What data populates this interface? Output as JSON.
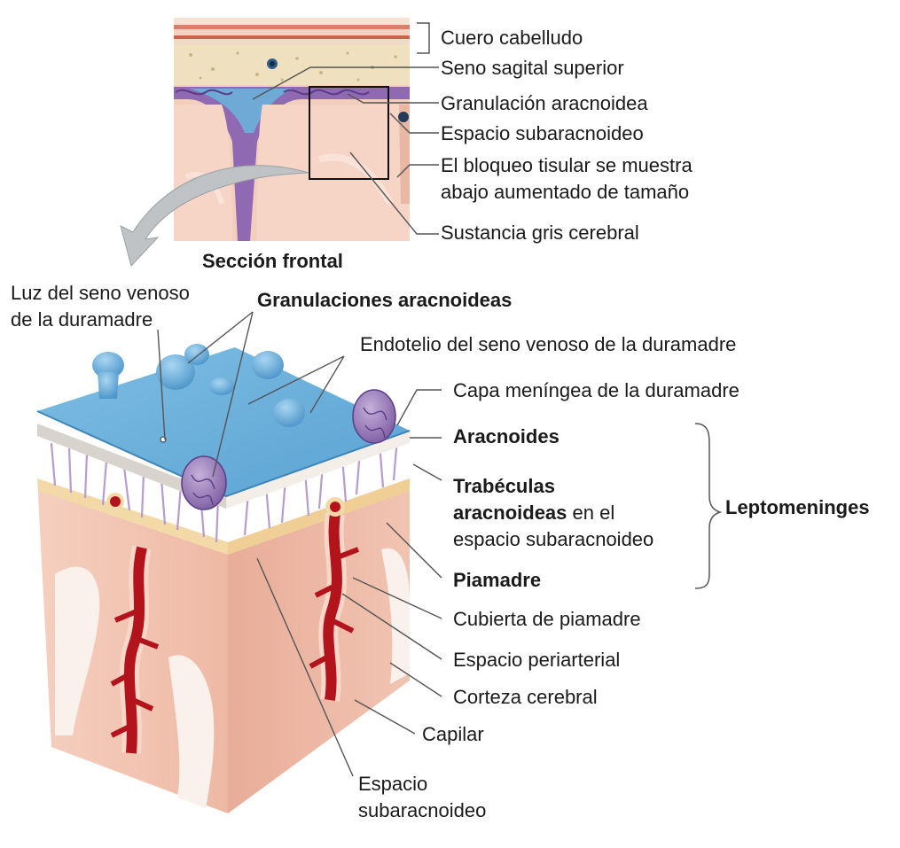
{
  "top_inset": {
    "title": "Sección frontal",
    "labels": {
      "scalp": "Cuero cabelludo",
      "superior_sagittal_sinus": "Seno sagital superior",
      "arachnoid_granulation": "Granulación aracnoidea",
      "subarachnoid_space": "Espacio subaracnoideo",
      "tissue_block_line1": "El bloqueo tisular se muestra",
      "tissue_block_line2": "abajo aumentado de tamaño",
      "gray_matter": "Sustancia gris cerebral"
    }
  },
  "main_block": {
    "labels": {
      "sinus_lumen_line1": "Luz del seno venoso",
      "sinus_lumen_line2": "de la duramadre",
      "arachnoid_granulations": "Granulaciones aracnoideas",
      "sinus_endothelium": "Endotelio del seno venoso de la duramadre",
      "meningeal_dura": "Capa meníngea de la duramadre",
      "arachnoid": "Aracnoides",
      "trabeculae_bold1": "Trabéculas",
      "trabeculae_bold2": "aracnoideas",
      "trabeculae_rest": " en el",
      "trabeculae_line3": "espacio subaracnoideo",
      "leptomeninges": "Leptomeninges",
      "pia_mater": "Piamadre",
      "pial_sheath": "Cubierta de piamadre",
      "periarterial_space": "Espacio periarterial",
      "cerebral_cortex": "Corteza cerebral",
      "capillary": "Capilar",
      "subarachnoid_space_line1": "Espacio",
      "subarachnoid_space_line2": "subaracnoideo"
    }
  },
  "colors": {
    "dura_blue": "#6fb2dc",
    "granulation_purple": "#9b7bb8",
    "cortex_pink": "#f2c6b4",
    "artery_red": "#b3141c",
    "leader_gray": "#555555"
  }
}
